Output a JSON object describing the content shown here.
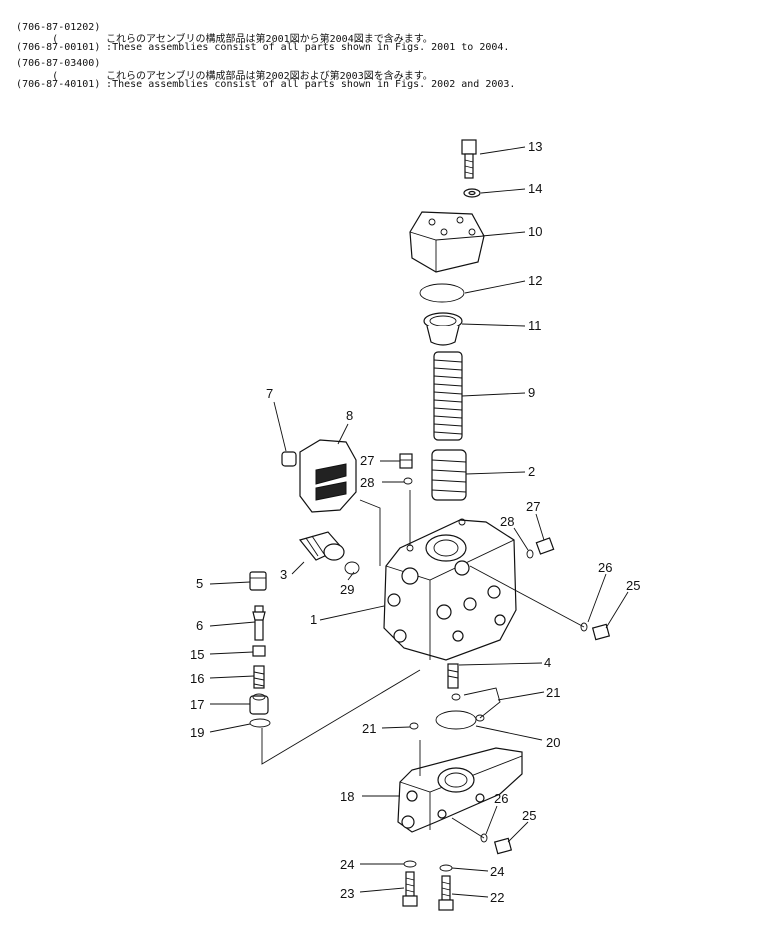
{
  "header": {
    "lines": [
      {
        "code": "(706-87-01202)",
        "text": ""
      },
      {
        "code": "      (",
        "text": "これらのアセンブリの構成部品は第2001図から第2004図まで含みます。"
      },
      {
        "code": "(706-87-00101)",
        "text": ":These assemblies consist of all parts shown in Figs. 2001 to 2004."
      },
      {
        "code": "(706-87-03400)",
        "text": ""
      },
      {
        "code": "      (",
        "text": "これらのアセンブリの構成部品は第2002図および第2003図を含みます。"
      },
      {
        "code": "(706-87-40101)",
        "text": ":These assemblies consist of all parts shown in Figs. 2002 and 2003."
      }
    ]
  },
  "callouts": [
    {
      "id": "13",
      "label": "13"
    },
    {
      "id": "14",
      "label": "14"
    },
    {
      "id": "10",
      "label": "10"
    },
    {
      "id": "12",
      "label": "12"
    },
    {
      "id": "11",
      "label": "11"
    },
    {
      "id": "9",
      "label": "9"
    },
    {
      "id": "7",
      "label": "7"
    },
    {
      "id": "8",
      "label": "8"
    },
    {
      "id": "27a",
      "label": "27"
    },
    {
      "id": "2",
      "label": "2"
    },
    {
      "id": "28a",
      "label": "28"
    },
    {
      "id": "27b",
      "label": "27"
    },
    {
      "id": "28b",
      "label": "28"
    },
    {
      "id": "3",
      "label": "3"
    },
    {
      "id": "29",
      "label": "29"
    },
    {
      "id": "26a",
      "label": "26"
    },
    {
      "id": "25a",
      "label": "25"
    },
    {
      "id": "5",
      "label": "5"
    },
    {
      "id": "1",
      "label": "1"
    },
    {
      "id": "6",
      "label": "6"
    },
    {
      "id": "15",
      "label": "15"
    },
    {
      "id": "4",
      "label": "4"
    },
    {
      "id": "16",
      "label": "16"
    },
    {
      "id": "21a",
      "label": "21"
    },
    {
      "id": "17",
      "label": "17"
    },
    {
      "id": "19",
      "label": "19"
    },
    {
      "id": "21b",
      "label": "21"
    },
    {
      "id": "20",
      "label": "20"
    },
    {
      "id": "18",
      "label": "18"
    },
    {
      "id": "26b",
      "label": "26"
    },
    {
      "id": "25b",
      "label": "25"
    },
    {
      "id": "24a",
      "label": "24"
    },
    {
      "id": "24b",
      "label": "24"
    },
    {
      "id": "23",
      "label": "23"
    },
    {
      "id": "22",
      "label": "22"
    }
  ]
}
